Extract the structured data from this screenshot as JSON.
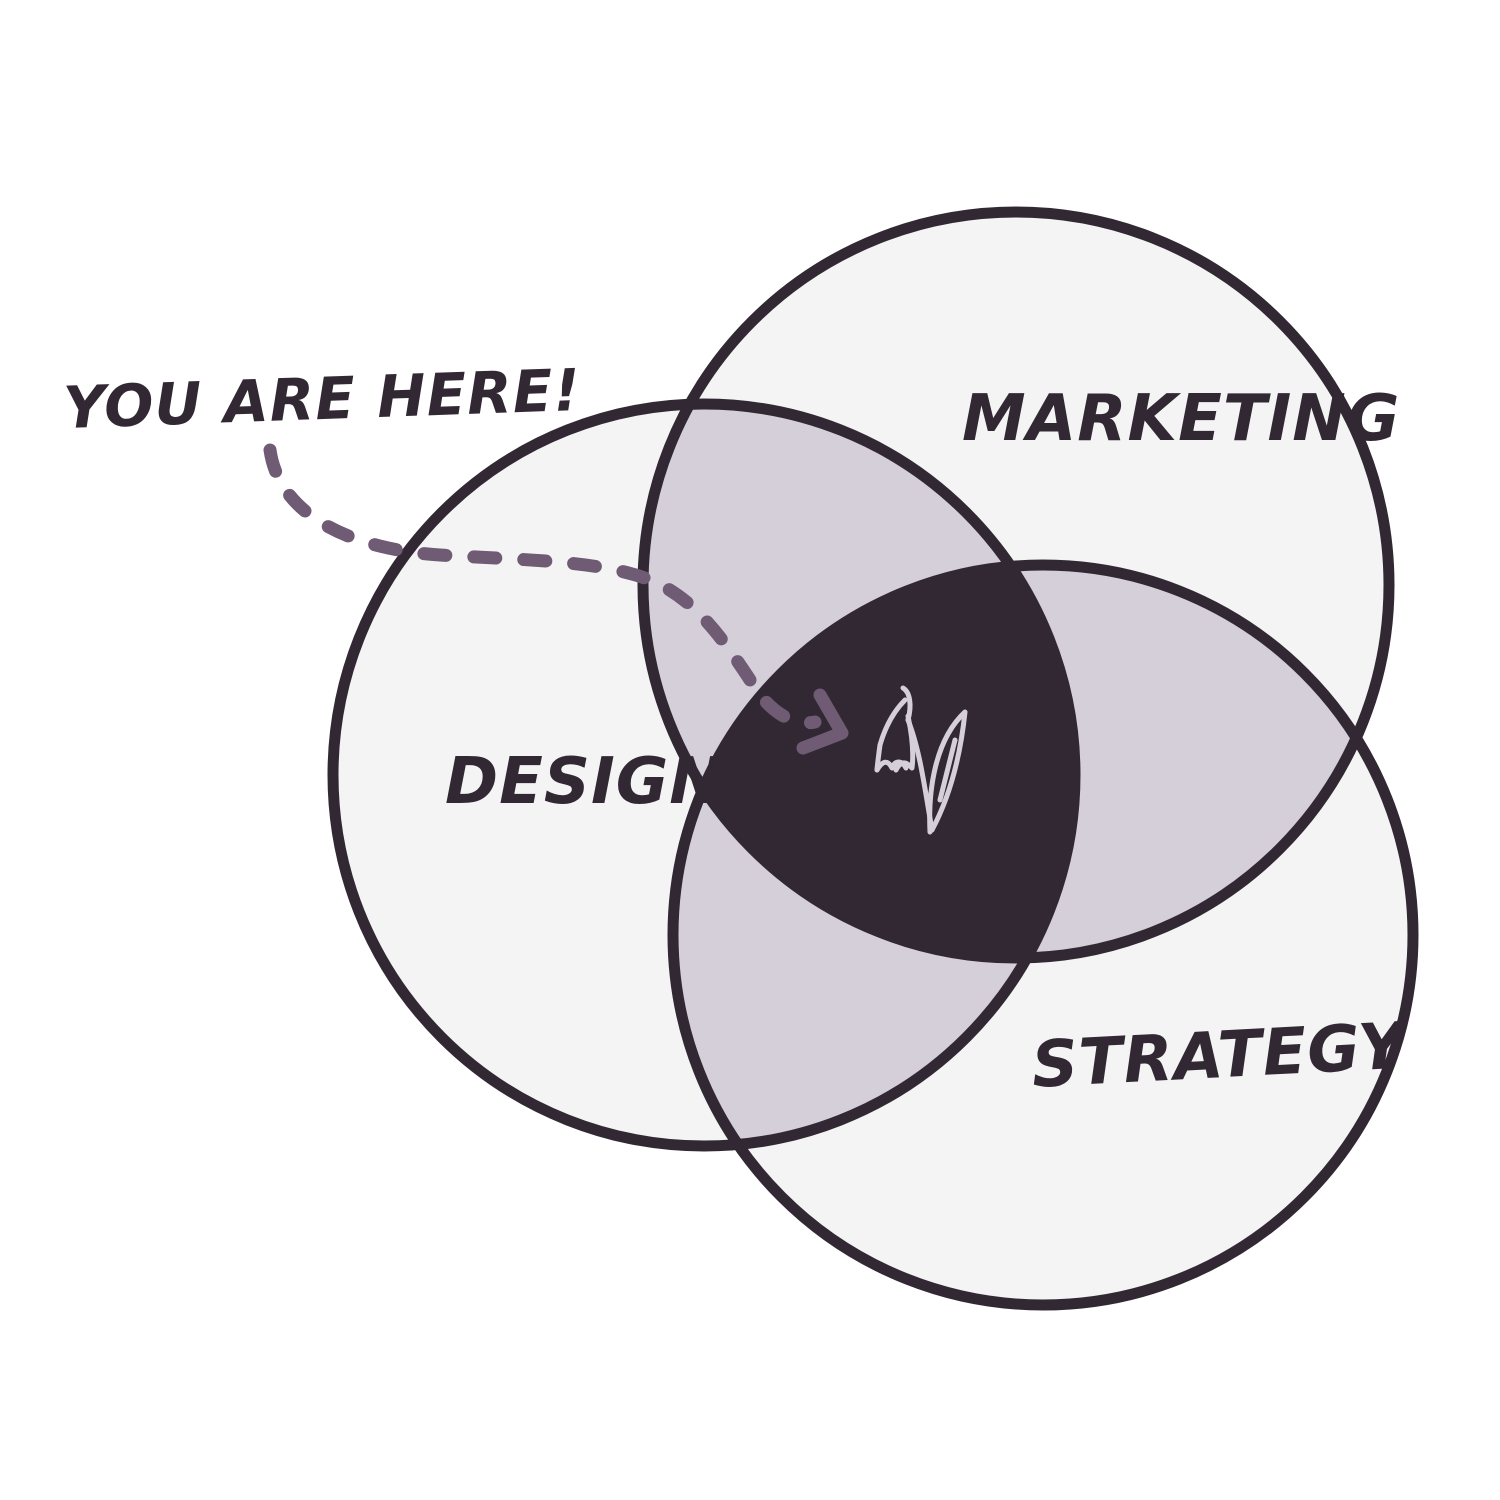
{
  "annotation": {
    "text": "YOU ARE HERE!"
  },
  "sets": [
    {
      "id": "design",
      "label": "DESIGN"
    },
    {
      "id": "marketing",
      "label": "MARKETING"
    },
    {
      "id": "strategy",
      "label": "STRATEGY"
    }
  ],
  "colors": {
    "outline": "#322834",
    "single_region": "#f4f4f4",
    "pair_overlap": "#d5cfd9",
    "center_overlap": "#322834",
    "arrow": "#6f5b73",
    "center_icon": "#d5cfd9"
  },
  "center_icon": "flower-logo-icon"
}
